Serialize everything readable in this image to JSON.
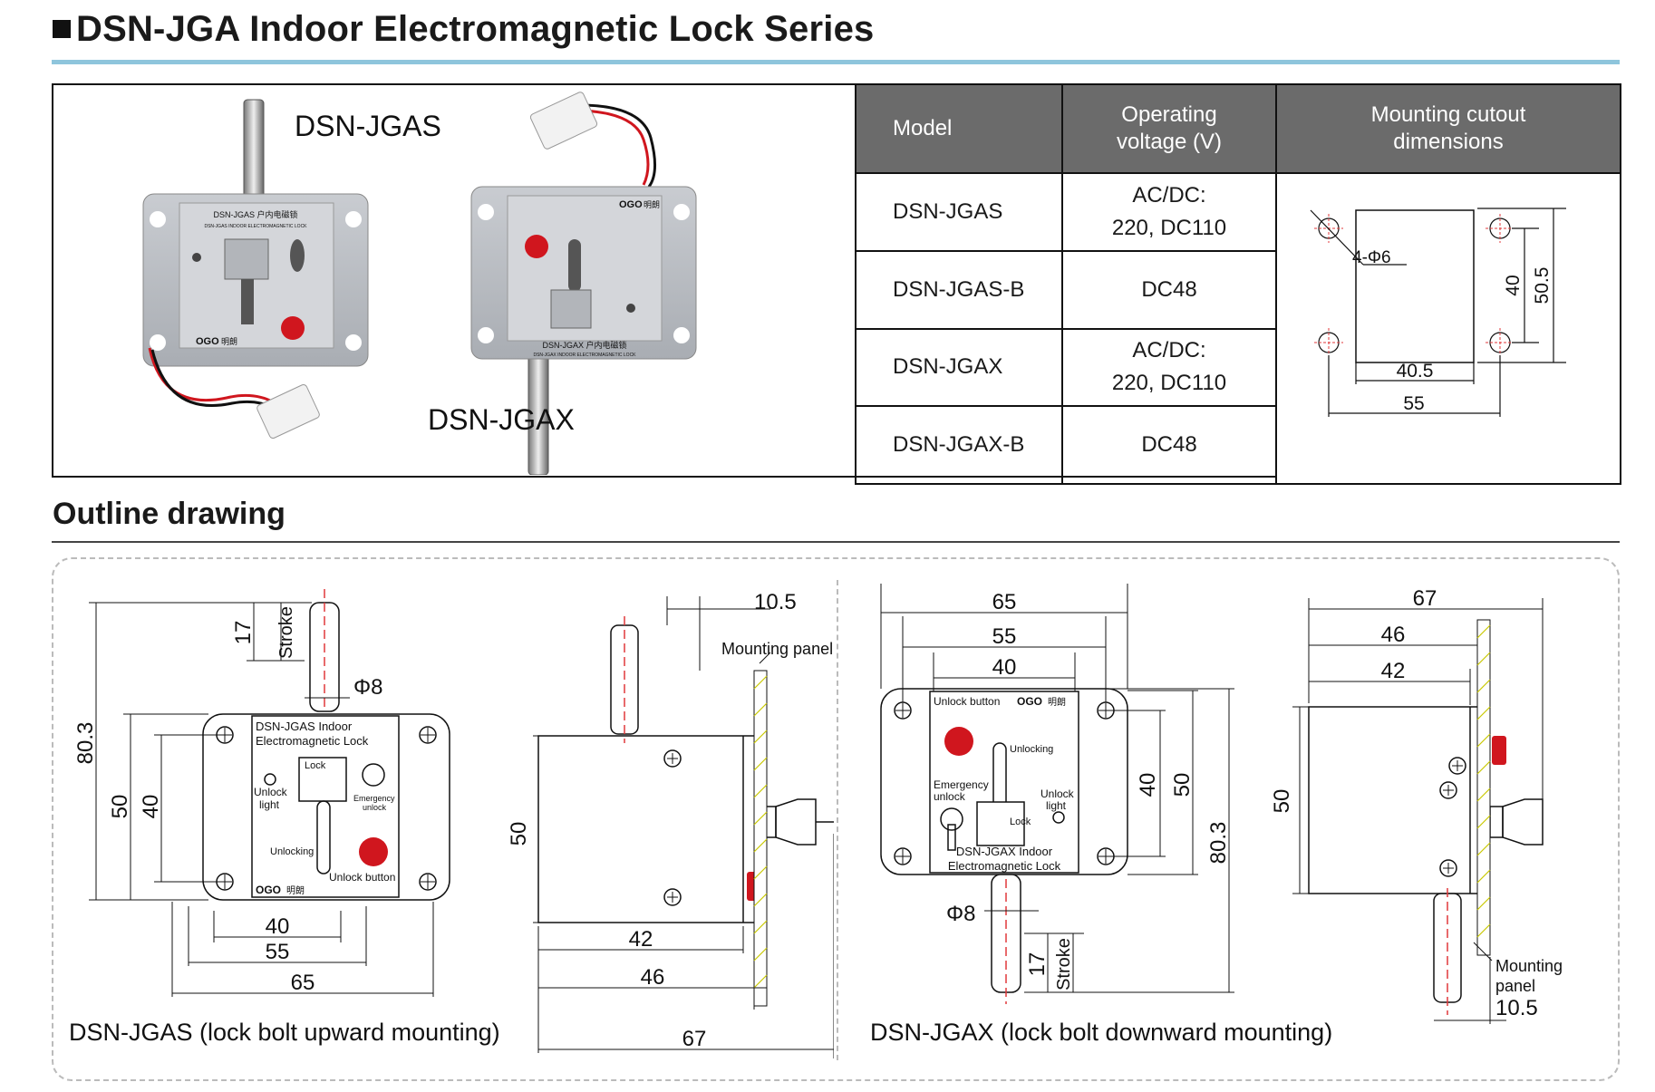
{
  "header": {
    "title": "DSN-JGA Indoor Electromagnetic Lock Series"
  },
  "photos": {
    "jgas_label": "DSN-JGAS",
    "jgax_label": "DSN-JGAX",
    "jgas_plate_line1": "DSN-JGAS 户内电磁锁",
    "jgas_plate_line2": "DSN-JGAS INDOOR ELECTROMAGNETIC LOCK",
    "jgax_plate_line1": "DSN-JGAX 户内电磁锁",
    "jgax_plate_line2": "DSN-JGAX INDOOR ELECTROMAGNETIC LOCK",
    "brand": "OGO",
    "brand_cn": "明朗"
  },
  "spec_table": {
    "headers": {
      "model": "Model",
      "voltage_line1": "Operating",
      "voltage_line2": "voltage (V)",
      "cutout_line1": "Mounting cutout",
      "cutout_line2": "dimensions"
    },
    "rows": [
      {
        "model": "DSN-JGAS",
        "voltage_line1": "AC/DC:",
        "voltage_line2": "220, DC110"
      },
      {
        "model": "DSN-JGAS-B",
        "voltage_line1": "DC48",
        "voltage_line2": ""
      },
      {
        "model": "DSN-JGAX",
        "voltage_line1": "AC/DC:",
        "voltage_line2": "220, DC110"
      },
      {
        "model": "DSN-JGAX-B",
        "voltage_line1": "DC48",
        "voltage_line2": ""
      }
    ],
    "cutout": {
      "holes": "4-Φ6",
      "dim_40": "40",
      "dim_50_5": "50.5",
      "dim_40_5": "40.5",
      "dim_55": "55"
    }
  },
  "outline": {
    "title": "Outline drawing",
    "jgas": {
      "caption": "DSN-JGAS (lock bolt upward mounting)",
      "name_line1": "DSN-JGAS Indoor",
      "name_line2": "Electromagnetic Lock",
      "lock": "Lock",
      "unlock_light_1": "Unlock",
      "unlock_light_2": "light",
      "emergency_1": "Emergency",
      "emergency_2": "unlock",
      "unlocking": "Unlocking",
      "unlock_button": "Unlock button",
      "dim_17": "17",
      "stroke": "Stroke",
      "phi8": "Φ8",
      "dim_80_3": "80.3",
      "dim_50": "50",
      "dim_40v": "40",
      "dim_40": "40",
      "dim_55": "55",
      "dim_65": "65",
      "side_10_5": "10.5",
      "mounting_panel": "Mounting panel",
      "side_50": "50",
      "side_42": "42",
      "side_46": "46",
      "side_67": "67"
    },
    "jgax": {
      "caption": "DSN-JGAX (lock bolt downward mounting)",
      "unlock_button": "Unlock button",
      "unlocking": "Unlocking",
      "emergency_1": "Emergency",
      "emergency_2": "unlock",
      "unlock_light_1": "Unlock",
      "unlock_light_2": "light",
      "lock": "Lock",
      "name_line1": "DSN-JGAX Indoor",
      "name_line2": "Electromagnetic Lock",
      "dim_65": "65",
      "dim_55": "55",
      "dim_40": "40",
      "dim_40v": "40",
      "dim_50": "50",
      "dim_80_3": "80.3",
      "phi8": "Φ8",
      "dim_17": "17",
      "stroke": "Stroke",
      "side_67": "67",
      "side_46": "46",
      "side_42": "42",
      "side_50": "50",
      "mounting_1": "Mounting",
      "mounting_2": "panel",
      "side_10_5": "10.5"
    }
  },
  "colors": {
    "accent_rule": "#8ec5dc",
    "header_fill": "#6b6b6b",
    "button_red": "#d0161e",
    "centerline": "#e0393b",
    "panel_hatch": "#c9c900"
  }
}
